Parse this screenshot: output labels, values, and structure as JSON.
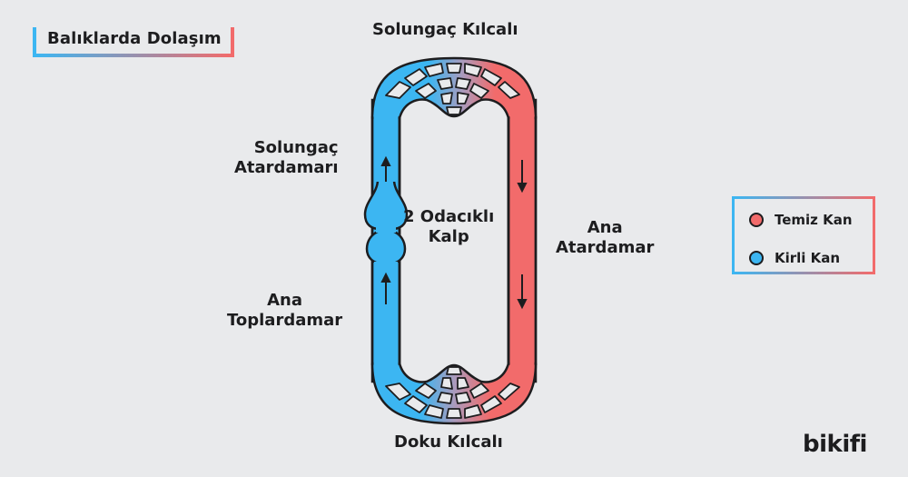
{
  "title": "Balıklarda Dolaşım",
  "labels": {
    "gill_capillary": "Solungaç Kılcalı",
    "gill_artery_line1": "Solungaç",
    "gill_artery_line2": "Atardamarı",
    "heart_line1": "2 Odacıklı",
    "heart_line2": "Kalp",
    "main_vein_line1": "Ana",
    "main_vein_line2": "Toplardamar",
    "main_artery_line1": "Ana",
    "main_artery_line2": "Atardamar",
    "tissue_capillary": "Doku Kılcalı"
  },
  "legend": [
    {
      "label": "Temiz Kan",
      "color": "#f26b6b"
    },
    {
      "label": "Kirli Kan",
      "color": "#3cb6f2"
    }
  ],
  "colors": {
    "oxygenated": "#f26b6b",
    "deoxygenated": "#3cb6f2",
    "outline": "#1d1d1f",
    "mix": "#a99bbd"
  },
  "logo": "bikifi"
}
